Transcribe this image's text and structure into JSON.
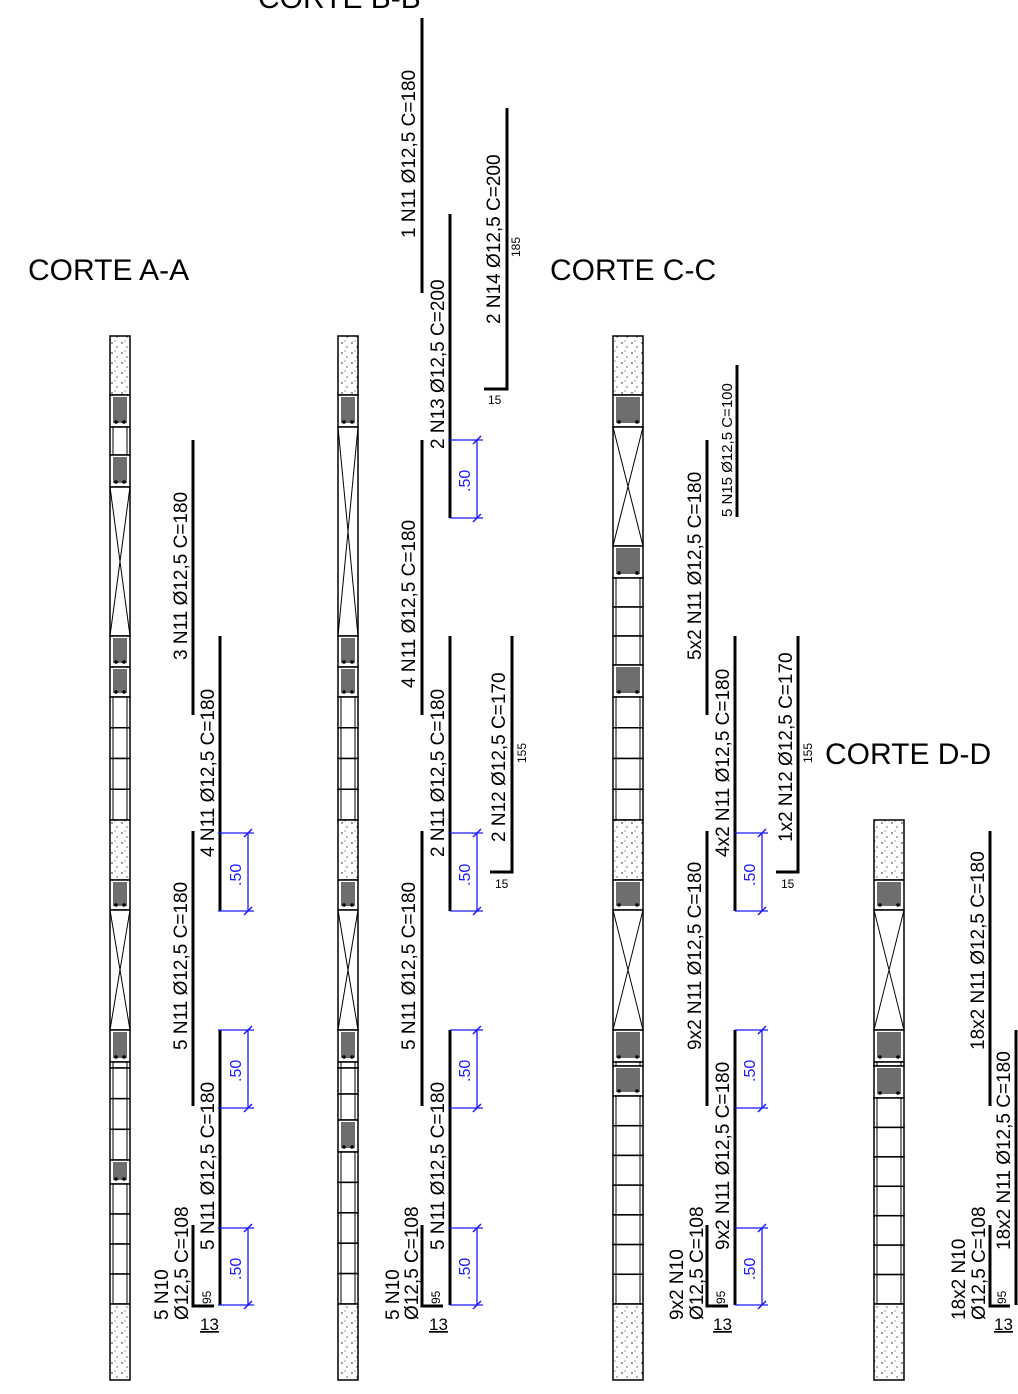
{
  "titles": {
    "b": "CORTE B-B",
    "a": "CORTE A-A",
    "c": "CORTE C-C",
    "d": "CORTE D-D"
  },
  "corte_a": {
    "bars": [
      "3 N11 Ø12,5 C=180",
      "4 N11 Ø12,5 C=180",
      "5 N11 Ø12,5 C=180",
      "5 N11 Ø12,5 C=180"
    ],
    "base_bar_line1": "5 N10",
    "base_bar_line2": "Ø12,5 C=108",
    "base_len": "95",
    "base_hook": "13",
    "dims": [
      ".50",
      ".50",
      ".50"
    ]
  },
  "corte_b": {
    "bars": [
      "1 N11 Ø12,5 C=180",
      "2 N14 Ø12,5 C=200",
      "2 N13 Ø12,5 C=200",
      "4 N11 Ø12,5 C=180",
      "2 N11 Ø12,5 C=180",
      "2 N12 Ø12,5 C=170",
      "5 N11 Ø12,5 C=180",
      "5 N11 Ø12,5 C=180"
    ],
    "n14_len": "185",
    "n14_hook": "15",
    "n12_len": "155",
    "n12_hook": "15",
    "base_bar_line1": "5 N10",
    "base_bar_line2": "Ø12,5 C=108",
    "base_len": "95",
    "base_hook": "13",
    "dims": [
      ".50",
      ".50",
      ".50",
      ".50"
    ]
  },
  "corte_c": {
    "bars": [
      "5x2 N11 Ø12,5 C=180",
      "5 N15 Ø12,5 C=100",
      "4x2 N11 Ø12,5 C=180",
      "1x2 N12 Ø12,5 C=170",
      "9x2 N11 Ø12,5 C=180",
      "9x2 N11 Ø12,5 C=180"
    ],
    "n12_len": "155",
    "n12_hook": "15",
    "base_bar_line1": "9x2 N10",
    "base_bar_line2": "Ø12,5 C=108",
    "base_len": "95",
    "base_hook": "13",
    "dims": [
      ".50",
      ".50",
      ".50"
    ]
  },
  "corte_d": {
    "bars": [
      "18x2 N11 Ø12,5 C=180",
      "18x2 N11 Ø12,5 C=180"
    ],
    "base_bar_line1": "18x2 N10",
    "base_bar_line2": "Ø12,5 C=108",
    "base_len": "95",
    "base_hook": "13"
  },
  "colors": {
    "line": "#000000",
    "dimension": "#1a1aff",
    "grout": "#6e6e6e"
  }
}
